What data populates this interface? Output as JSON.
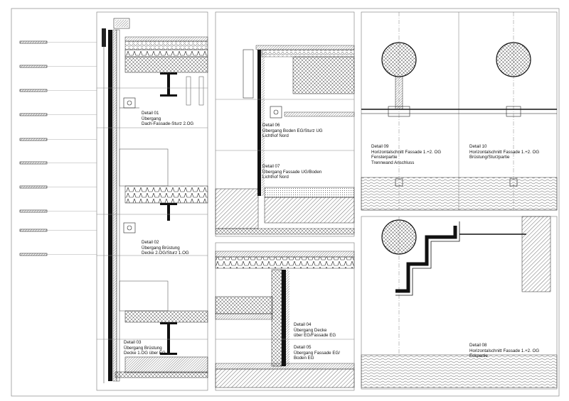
{
  "sheet": {
    "details": [
      {
        "id": "d01",
        "lines": [
          "Detail 01",
          "Übergang",
          "Dach-Fassade-Sturz 2.OG"
        ]
      },
      {
        "id": "d02",
        "lines": [
          "Detail 02",
          "Übergang Brüstung",
          "Decke 2.OG/Sturz 1.OG"
        ]
      },
      {
        "id": "d03",
        "lines": [
          "Detail 03",
          "Übergang Brüstung",
          "Decke 1.OG über EG"
        ]
      },
      {
        "id": "d06",
        "lines": [
          "Detail 06",
          "Übergang Boden EG/Sturz UG",
          "Lichthof Nord"
        ]
      },
      {
        "id": "d07",
        "lines": [
          "Detail 07",
          "Übergang Fassade UG/Boden",
          "Lichthof Nord"
        ]
      },
      {
        "id": "d04",
        "lines": [
          "Detail 04",
          "Übergang Decke",
          "über EG/Fassade EG"
        ]
      },
      {
        "id": "d05",
        "lines": [
          "Detail 05",
          "Übergang Fassade EG/",
          "Boden EG"
        ]
      },
      {
        "id": "d09",
        "lines": [
          "Detail 09",
          "Horizontalschnitt Fassade 1.+2. OG",
          "Fensterpartie",
          "Trennwand Anschluss"
        ]
      },
      {
        "id": "d10",
        "lines": [
          "Detail 10",
          "Horizontalschnitt Fassade 1.+2. OG",
          "Brüstung/Sturzpartie"
        ]
      },
      {
        "id": "d08",
        "lines": [
          "Detail 08",
          "Horizontalschnitt Fassade 1.+2. OG",
          "Eckpartie"
        ]
      }
    ]
  }
}
